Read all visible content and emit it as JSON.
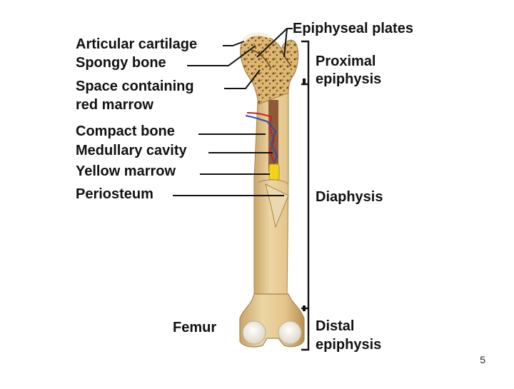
{
  "diagram": {
    "labels": {
      "articular_cartilage": "Articular cartilage",
      "spongy_bone": "Spongy bone",
      "space_red_marrow_1": "Space containing",
      "space_red_marrow_2": "red marrow",
      "compact_bone": "Compact bone",
      "medullary_cavity": "Medullary cavity",
      "yellow_marrow": "Yellow marrow",
      "periosteum": "Periosteum",
      "femur": "Femur",
      "epiphyseal_plates": "Epiphyseal plates",
      "proximal_epiphysis_1": "Proximal",
      "proximal_epiphysis_2": "epiphysis",
      "diaphysis": "Diaphysis",
      "distal_epiphysis_1": "Distal",
      "distal_epiphysis_2": "epiphysis"
    },
    "colors": {
      "bone": "#e8cf9a",
      "bone_shade": "#caa56a",
      "spongy": "#d9b56f",
      "cartilage": "#f4f0e4",
      "yellow_marrow": "#f2d21a",
      "artery": "#c8202a",
      "vein": "#2b4fa8",
      "line": "#111111"
    }
  },
  "slide": {
    "page_number": "5"
  }
}
